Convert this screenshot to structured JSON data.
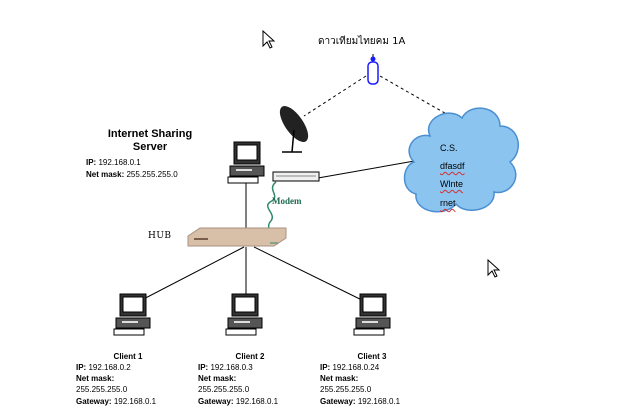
{
  "satellite": {
    "label": "ดาวเทียมไทยคม 1A"
  },
  "server": {
    "title_line1": "Internet Sharing",
    "title_line2": "Server",
    "ip_label": "IP:",
    "ip_value": "192.168.0.1",
    "mask_label": "Net mask:",
    "mask_value": "255.255.255.0"
  },
  "modem": {
    "label": "Modem"
  },
  "hub": {
    "label": "HUB"
  },
  "cloud": {
    "lines": [
      "C.S.",
      "dfasdf",
      "Wlnte",
      "rnet"
    ]
  },
  "clients": [
    {
      "title": "Client 1",
      "ip_label": "IP:",
      "ip_value": "192.168.0.2",
      "mask_label": "Net mask:",
      "mask_value": "255.255.255.0",
      "gw_label": "Gateway:",
      "gw_value": "192.168.0.1"
    },
    {
      "title": "Client 2",
      "ip_label": "IP:",
      "ip_value": "192.168.0.3",
      "mask_label": "Net mask:",
      "mask_value": "255.255.255.0",
      "gw_label": "Gateway:",
      "gw_value": "192.168.0.1"
    },
    {
      "title": "Client 3",
      "ip_label": "IP:",
      "ip_value": "192.168.0.24",
      "mask_label": "Net mask:",
      "mask_value": "255.255.255.0",
      "gw_label": "Gateway:",
      "gw_value": "192.168.0.1"
    }
  ],
  "colors": {
    "cloud_fill": "#8cc4f0",
    "cloud_stroke": "#4a8fd0",
    "hub_fill": "#d8bfa8",
    "modem_cable": "#2f8a6e"
  },
  "icons": [
    "satellite-icon",
    "dish-icon",
    "computer-icon",
    "cloud-icon",
    "modem-icon",
    "hub-icon",
    "cursor-icon"
  ]
}
